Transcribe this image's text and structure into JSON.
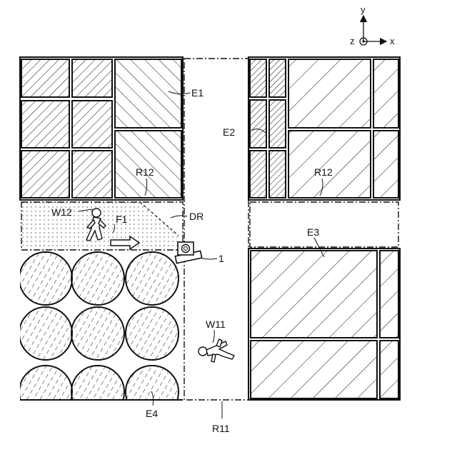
{
  "axes": {
    "y": "y",
    "z": "z",
    "x": "x"
  },
  "labels": {
    "E1": "E1",
    "E2": "E2",
    "E3": "E3",
    "E4": "E4",
    "R11": "R11",
    "R12_left": "R12",
    "R12_right": "R12",
    "DR": "DR",
    "W11": "W11",
    "W12": "W12",
    "F1": "F1",
    "device": "1"
  }
}
